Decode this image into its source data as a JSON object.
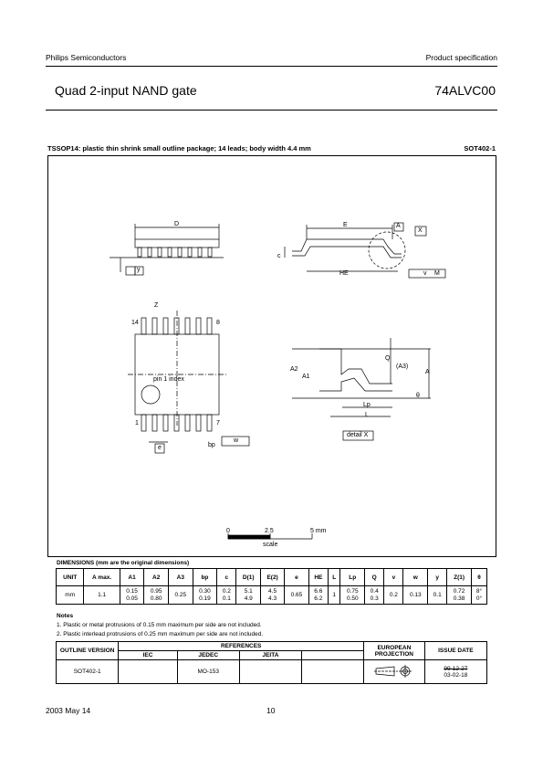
{
  "header": {
    "company": "Philips Semiconductors",
    "doc_type": "Product specification",
    "title": "Quad 2-input NAND gate",
    "part": "74ALVC00"
  },
  "package": {
    "heading": "TSSOP14: plastic thin shrink small outline package; 14 leads; body width 4.4 mm",
    "code": "SOT402-1"
  },
  "drawing": {
    "labels": {
      "D": "D",
      "E": "E",
      "A": "A",
      "X": "X",
      "c": "c",
      "HE": "HE",
      "y": "y",
      "v": "v",
      "M": "M",
      "Z": "Z",
      "pin14": "14",
      "pin8": "8",
      "pin1": "1",
      "pin7": "7",
      "pin1_index": "pin 1 index",
      "e": "e",
      "bp": "bp",
      "w": "w",
      "Q": "Q",
      "A1": "A1",
      "A2": "A2",
      "A3": "(A3)",
      "Lp": "Lp",
      "L": "L",
      "theta": "θ",
      "detail": "detail X"
    },
    "scale": {
      "zero": "0",
      "mid": "2.5",
      "max": "5 mm",
      "label": "scale"
    }
  },
  "dimensions": {
    "heading": "DIMENSIONS (mm are the original dimensions)",
    "headers": [
      "UNIT",
      "A max.",
      "A1",
      "A2",
      "A3",
      "bp",
      "c",
      "D(1)",
      "E(2)",
      "e",
      "HE",
      "L",
      "Lp",
      "Q",
      "v",
      "w",
      "y",
      "Z(1)",
      "θ"
    ],
    "row": [
      "mm",
      "1.1",
      "0.15\n0.05",
      "0.95\n0.80",
      "0.25",
      "0.30\n0.19",
      "0.2\n0.1",
      "5.1\n4.9",
      "4.5\n4.3",
      "0.65",
      "6.6\n6.2",
      "1",
      "0.75\n0.50",
      "0.4\n0.3",
      "0.2",
      "0.13",
      "0.1",
      "0.72\n0.38",
      "8°\n0°"
    ]
  },
  "notes": {
    "heading": "Notes",
    "items": [
      "1. Plastic or metal protrusions of 0.15 mm maximum per side are not included.",
      "2. Plastic interlead protrusions of 0.25 mm maximum per side are not included."
    ]
  },
  "references": {
    "outline_version_label": "OUTLINE VERSION",
    "references_label": "REFERENCES",
    "iec_label": "IEC",
    "jedec_label": "JEDEC",
    "jeita_label": "JEITA",
    "european_projection_label": "EUROPEAN PROJECTION",
    "issue_date_label": "ISSUE DATE",
    "outline_version": "SOT402-1",
    "iec": "",
    "jedec": "MO-153",
    "jeita": "",
    "issue_date_old": "99-12-27",
    "issue_date_new": "03-02-18"
  },
  "footer": {
    "date": "2003 May 14",
    "page": "10"
  }
}
